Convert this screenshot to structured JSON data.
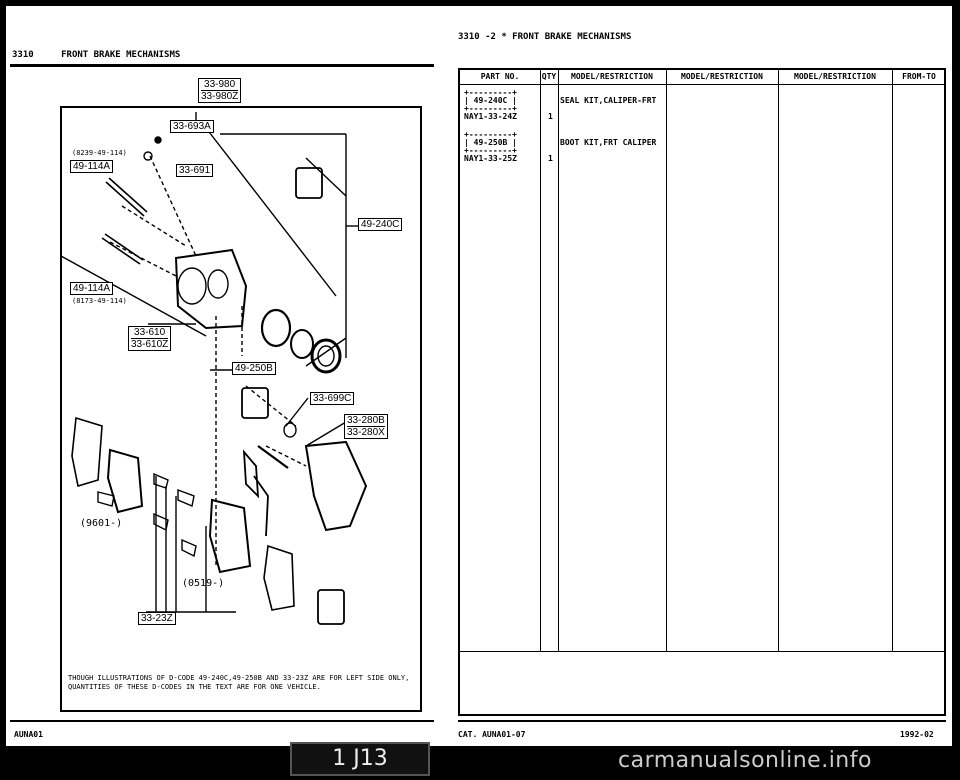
{
  "left_page": {
    "section_code": "3310",
    "section_title": "FRONT BRAKE MECHANISMS",
    "callouts": {
      "c_33980": "33-980",
      "c_33980z": "33-980Z",
      "c_33693a": "33-693A",
      "c_49114a_top": "49-114A",
      "c_33691": "33-691",
      "c_49240c": "49-240C",
      "c_49114a_bottom": "49-114A",
      "c_33610": "33-610",
      "c_33610z": "33-610Z",
      "c_49250b": "49-250B",
      "c_33699c": "33-699C",
      "c_33280b": "33-280B",
      "c_33280x": "33-280X",
      "c_33232": "33-23Z"
    },
    "sub_labels": {
      "top_part": "(8239-49-114)",
      "bottom_part": "(8173-49-114)",
      "serial_9601": "(9601-)",
      "serial_0519": "(0519-)"
    },
    "note_line1": "THOUGH ILLUSTRATIONS OF D-CODE 49-240C,49-250B AND 33-23Z ARE FOR LEFT SIDE ONLY,",
    "note_line2": "QUANTITIES OF THESE D-CODES IN THE TEXT ARE FOR ONE VEHICLE.",
    "footer": "AUNA01"
  },
  "right_page": {
    "header": "3310 -2 * FRONT BRAKE MECHANISMS",
    "columns": [
      "PART NO.",
      "QTY",
      "MODEL/RESTRICTION",
      "MODEL/RESTRICTION",
      "MODEL/RESTRICTION",
      "FROM-TO"
    ],
    "rows": [
      {
        "dcode": "| 49-240C |",
        "part_no": "NAY1-33-24Z",
        "qty": "1",
        "description": "SEAL KIT,CALIPER-FRT"
      },
      {
        "dcode": "| 49-250B |",
        "part_no": "NAY1-33-25Z",
        "qty": "1",
        "description": "BOOT KIT,FRT CALIPER"
      }
    ],
    "box_line": "+---------+",
    "footer_left": "CAT. AUNA01-07",
    "footer_right": "1992-02"
  },
  "pager": "1 J13",
  "watermark": "carmanualsonline.info"
}
